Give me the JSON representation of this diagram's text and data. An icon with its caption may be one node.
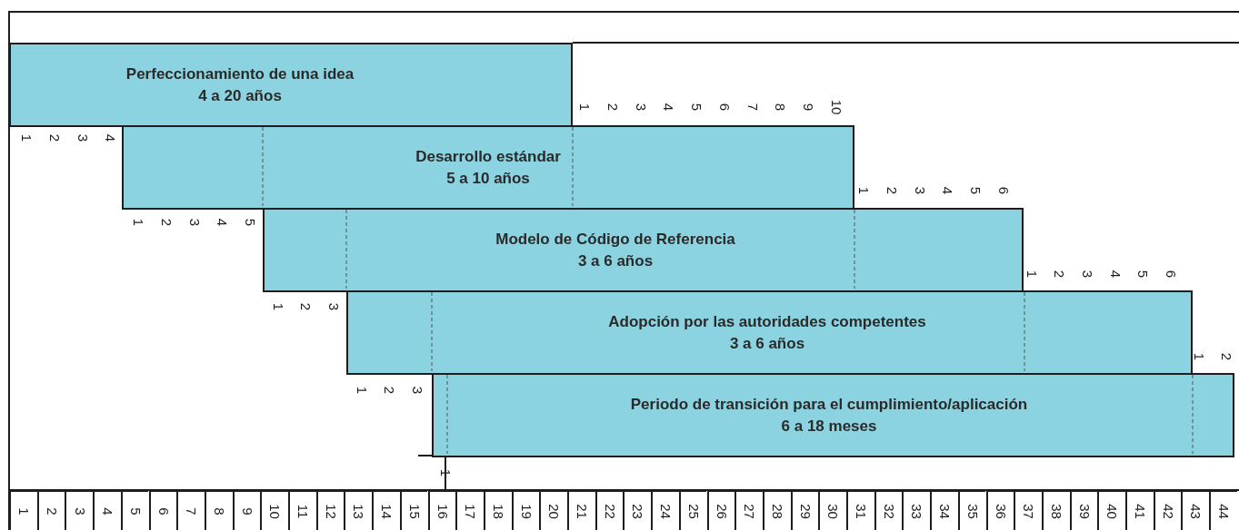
{
  "diagram": {
    "nodes": [
      {
        "text": [
          "Perfeccionamiento de una idea",
          "4 a 20 años"
        ]
      },
      {
        "text": [
          "Desarrollo estándar",
          "5 a 10 años"
        ]
      },
      {
        "text": [
          "Modelo de Código de Referencia",
          "3 a 6 años"
        ]
      },
      {
        "text": [
          "Adopción por las autoridades competentes",
          "3 a 6 años"
        ]
      },
      {
        "text": [
          "Periodo de transición para el cumplimiento/aplicación",
          "6 a 18 meses"
        ]
      }
    ],
    "labels": [
      "1",
      "2",
      "3",
      "4",
      "5",
      "6",
      "7",
      "8",
      "9",
      "10",
      "1",
      "2",
      "3",
      "4",
      "1",
      "2",
      "3",
      "4",
      "5",
      "6",
      "1",
      "2",
      "3",
      "4",
      "5",
      "1",
      "2",
      "3",
      "4",
      "5",
      "6",
      "1",
      "2",
      "3",
      "1",
      "2",
      "1",
      "2",
      "3",
      "1",
      "1",
      "2",
      "3",
      "4",
      "5",
      "6",
      "7",
      "8",
      "9",
      "10",
      "11",
      "12",
      "13",
      "14",
      "15",
      "16",
      "17",
      "18",
      "19",
      "20",
      "21",
      "22",
      "23",
      "24",
      "25",
      "26",
      "27",
      "28",
      "29",
      "30",
      "31",
      "32",
      "33",
      "34",
      "35",
      "36",
      "37",
      "38",
      "39",
      "40",
      "41",
      "42",
      "43",
      "44"
    ]
  }
}
